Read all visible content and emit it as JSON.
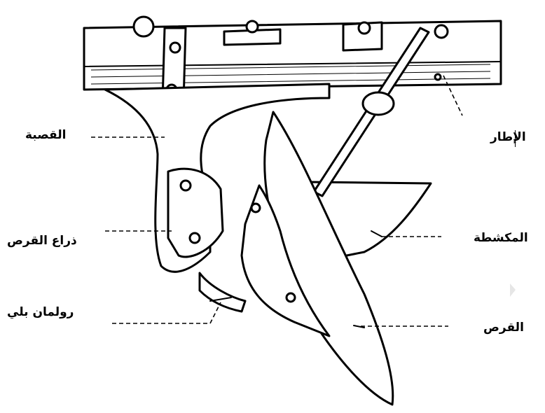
{
  "labels": {
    "frame": "الإطار",
    "shank": "القصبة",
    "scraper": "المكشطة",
    "disc_arm": "ذراع القرص",
    "bearing": "رولمان بلي",
    "disc": "القرص"
  }
}
